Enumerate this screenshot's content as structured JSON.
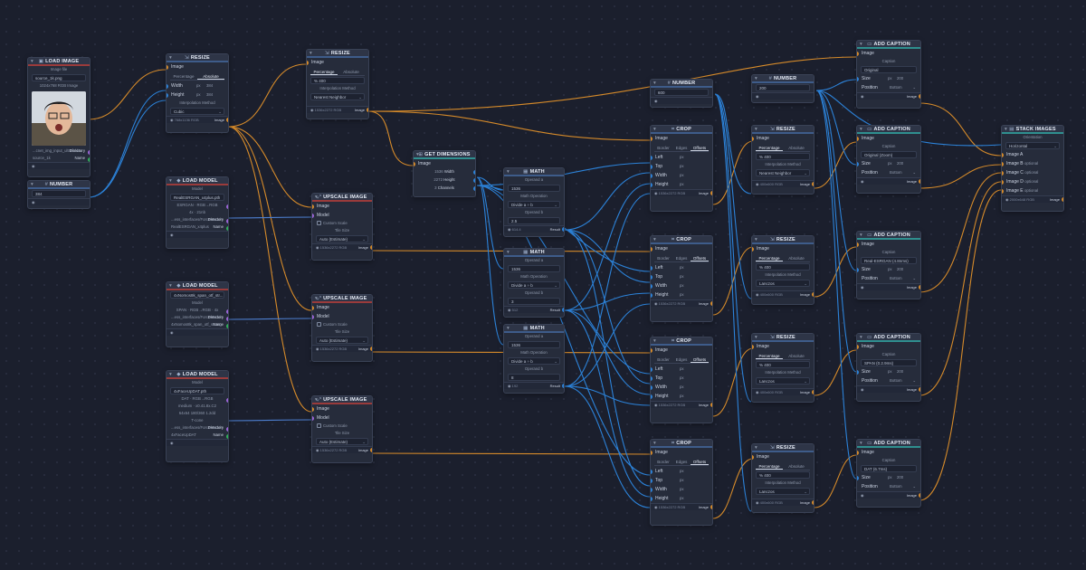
{
  "colors": {
    "background": "#1b1f2d",
    "node": "#262c3b",
    "wire_image": "#d58a2a",
    "wire_number": "#2c82d8",
    "model": "#9a64d6",
    "string": "#2fb05a"
  },
  "load_image": {
    "title": "LOAD IMAGE",
    "label": "Image file",
    "file": "source_1k.png",
    "meta": "1024x768 RGB Image",
    "directory": "Directory",
    "name": "Name",
    "dir_val": "...cnet_img_input_ultrafolder",
    "name_val": "source_1k"
  },
  "number_left": {
    "title": "NUMBER",
    "value": "384"
  },
  "resize1": {
    "title": "RESIZE",
    "image": "Image",
    "tab1": "Percentage",
    "tab2": "Absolute",
    "width": "Width",
    "height": "Height",
    "unit": "px",
    "wval": "384",
    "hval": "384",
    "method_label": "Interpolation Method",
    "method": "Cubic",
    "out": "Image",
    "foot": "768x1136 RGB"
  },
  "load_model1": {
    "title": "LOAD MODEL",
    "label": "Model",
    "file": "RealESRGAN_x4plus.pth",
    "arch": "ESRGAN",
    "io": "RGB→RGB",
    "scale": "4x",
    "size": "21nb",
    "directory": "Directory",
    "name": "Name",
    "dir_val": "...ess_interfaces/ForceModels",
    "name_val": "RealESRGAN_x4plus"
  },
  "load_model2": {
    "title": "LOAD MODEL",
    "label": "Model",
    "file": "4xNomos8k_span_otf_str...",
    "arch": "SPAN",
    "io": "RGB→RGB",
    "scale": "4x",
    "directory": "Directory",
    "name": "Name",
    "dir_val": "...ess_interfaces/ForceModels",
    "name_val": "4xNomos8k_span_otf_strong"
  },
  "load_model3": {
    "title": "LOAD MODEL",
    "label": "Model",
    "file": "4xFaceUpDAT.pth",
    "arch": "DAT",
    "io": "RGB→RGB",
    "size": "medium",
    "params": "x0.41.8x.C2",
    "t1": "64x64",
    "t2": "180/360",
    "t3": "1.2dd",
    "t4": "T-cone",
    "directory": "Directory",
    "name": "Name",
    "dir_val": "...ess_interfaces/ForceModels",
    "name_val": "4xFaceUpDAT"
  },
  "resize2": {
    "title": "RESIZE",
    "image": "Image",
    "tab1": "Percentage",
    "tab2": "Absolute",
    "pct": "400",
    "method_label": "Interpolation Method",
    "method": "Nearest Neighbor",
    "out": "Image",
    "foot": "1536x2272 RGB"
  },
  "upscale": {
    "title": "UPSCALE IMAGE",
    "image": "Image",
    "model": "Model",
    "custom": "Custom Scale",
    "tile": "Tile Size",
    "tile_val": "Auto (Estimate)",
    "out": "Image",
    "foot": "1536x2272 RGB"
  },
  "get_dims": {
    "title": "GET DIMENSIONS",
    "image": "Image",
    "width": "Width",
    "height": "Height",
    "channels": "Channels",
    "wv": "1536",
    "hv": "2272",
    "cv": "3"
  },
  "math": [
    {
      "title": "MATH",
      "a": "Operand a",
      "op_label": "Math Operation",
      "op": "Divide a ÷ b",
      "b": "Operand b",
      "bval": "2.5",
      "result": "Result",
      "foot": "614.4"
    },
    {
      "title": "MATH",
      "a": "Operand a",
      "op_label": "Math Operation",
      "op": "Divide a ÷ b",
      "b": "Operand b",
      "bval": "3",
      "result": "Result",
      "foot": "512"
    },
    {
      "title": "MATH",
      "a": "Operand a",
      "op_label": "Math Operation",
      "op": "Divide a ÷ b",
      "b": "Operand b",
      "bval": "8",
      "result": "Result",
      "foot": "192"
    }
  ],
  "number_top": {
    "title": "NUMBER",
    "value": "600"
  },
  "number_top2": {
    "title": "NUMBER",
    "value": "200"
  },
  "crop": {
    "title": "CROP",
    "image": "Image",
    "tab1": "Border",
    "tab2": "Edges",
    "tab3": "Offsets",
    "left": "Left",
    "top": "Top",
    "width": "Width",
    "height": "Height",
    "unit": "px",
    "out": "Image",
    "foot": "1536x2272 RGB"
  },
  "resize_r": {
    "title": "RESIZE",
    "image": "Image",
    "tab1": "Percentage",
    "tab2": "Absolute",
    "pct": "400",
    "method_label": "Interpolation Method",
    "method1": "Nearest Neighbor",
    "method2": "Lanczos",
    "out": "Image",
    "foot": "400x600 RGB"
  },
  "caption": [
    {
      "title": "ADD CAPTION",
      "image": "Image",
      "cap_label": "Caption",
      "cap": "Original",
      "size": "Size",
      "sval": "200",
      "position": "Position",
      "pos": "Bottom",
      "out": "Image"
    },
    {
      "title": "ADD CAPTION",
      "image": "Image",
      "cap_label": "Caption",
      "cap": "Original (Zoom)",
      "size": "Size",
      "sval": "200",
      "position": "Position",
      "pos": "Bottom",
      "out": "Image"
    },
    {
      "title": "ADD CAPTION",
      "image": "Image",
      "cap_label": "Caption",
      "cap": "Real-ESRGAN (4.8nms)",
      "size": "Size",
      "sval": "200",
      "position": "Position",
      "pos": "Bottom",
      "out": "Image"
    },
    {
      "title": "ADD CAPTION",
      "image": "Image",
      "cap_label": "Caption",
      "cap": "SPAN (0.2.9ms)",
      "size": "Size",
      "sval": "200",
      "position": "Position",
      "pos": "Bottom",
      "out": "Image"
    },
    {
      "title": "ADD CAPTION",
      "image": "Image",
      "cap_label": "Caption",
      "cap": "DAT (6.7ms)",
      "size": "Size",
      "sval": "200",
      "position": "Position",
      "pos": "Bottom",
      "out": "Image"
    }
  ],
  "stack": {
    "title": "STACK IMAGES",
    "orient_label": "Orientation",
    "orient": "Horizontal",
    "a": "Image A",
    "b": "Image B",
    "c": "Image C",
    "d": "Image D",
    "e": "Image E",
    "opt": "optional",
    "out": "Image",
    "foot": "2000x648 RGB"
  }
}
